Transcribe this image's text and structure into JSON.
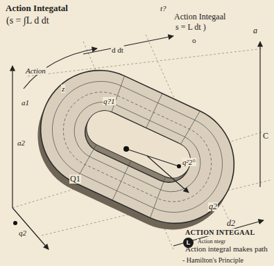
{
  "diagram": {
    "title": "Action Integatal",
    "nodes": [
      {
        "text": [
          "L"
        ]
      }
    ],
    "labels": [
      "(s = ∫L d dt",
      "t?",
      "Action Integaal",
      "s = L dt )",
      "o",
      "a",
      "Action",
      "d dt",
      "z",
      "a1",
      "a2",
      "q?1",
      "Q1",
      "q²2°",
      "C",
      "q2",
      "d2",
      "q2",
      "ACTION INTEGAAL",
      "Action ntegr",
      "Action integral makes path",
      "- Hamilton's Principle"
    ]
  }
}
